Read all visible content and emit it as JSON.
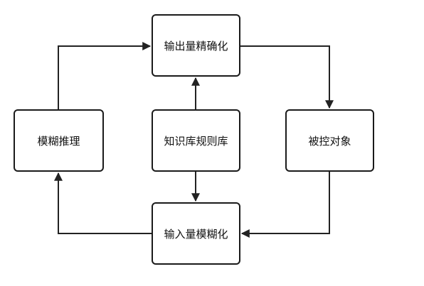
{
  "nodes": {
    "output_defuzz": "输出量精确化",
    "knowledge_base": "知识库规则库",
    "fuzzy_reasoning": "模糊推理",
    "controlled_object": "被控对象",
    "input_fuzzify": "输入量模糊化"
  },
  "colors": {
    "stroke": "#222222",
    "box_border": "#1a1a1a",
    "text": "#111111",
    "background": "#ffffff"
  }
}
